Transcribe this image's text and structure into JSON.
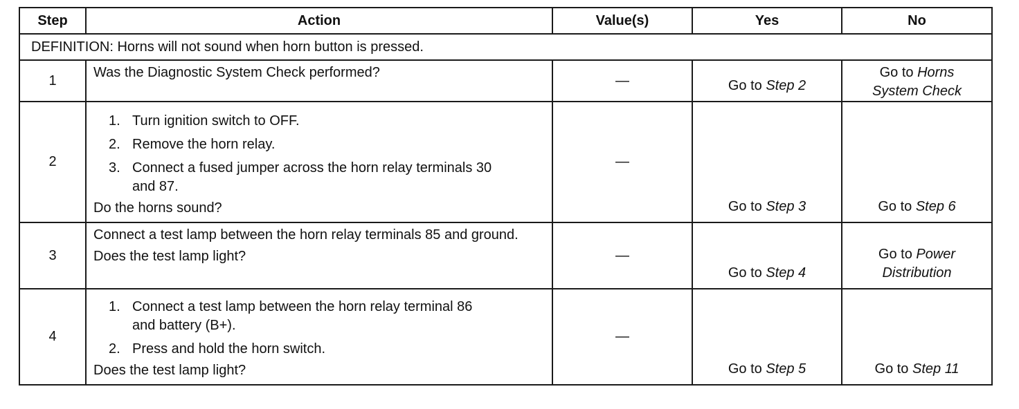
{
  "headers": {
    "step": "Step",
    "action": "Action",
    "values": "Value(s)",
    "yes": "Yes",
    "no": "No"
  },
  "definition": "DEFINITION: Horns will not sound when horn button is pressed.",
  "rows": [
    {
      "step": "1",
      "action_text": "Was the Diagnostic System Check performed?",
      "value": "—",
      "yes_prefix": "Go to ",
      "yes_link": "Step 2",
      "no_line1_prefix": "Go to ",
      "no_line1_link": "Horns",
      "no_line2_link": "System Check"
    },
    {
      "step": "2",
      "items": [
        {
          "num": "1.",
          "text": "Turn ignition switch to OFF."
        },
        {
          "num": "2.",
          "text": "Remove the horn relay."
        },
        {
          "num": "3.",
          "text": "Connect a fused jumper across the horn relay terminals 30 and 87."
        }
      ],
      "question": "Do the horns sound?",
      "value": "—",
      "yes_prefix": "Go to ",
      "yes_link": "Step 3",
      "no_prefix": "Go to ",
      "no_link": "Step 6"
    },
    {
      "step": "3",
      "action_text": "Connect a test lamp between the horn relay terminals 85 and ground.",
      "question": "Does the test lamp light?",
      "value": "—",
      "yes_prefix": "Go to ",
      "yes_link": "Step 4",
      "no_line1_prefix": "Go to ",
      "no_line1_link": "Power",
      "no_line2_link": "Distribution"
    },
    {
      "step": "4",
      "items": [
        {
          "num": "1.",
          "text": "Connect a test lamp between the horn relay terminal 86 and battery (B+)."
        },
        {
          "num": "2.",
          "text": "Press and hold the horn switch."
        }
      ],
      "question": "Does the test lamp light?",
      "value": "—",
      "yes_prefix": "Go to ",
      "yes_link": "Step 5",
      "no_prefix": "Go to ",
      "no_link": "Step 11"
    }
  ]
}
